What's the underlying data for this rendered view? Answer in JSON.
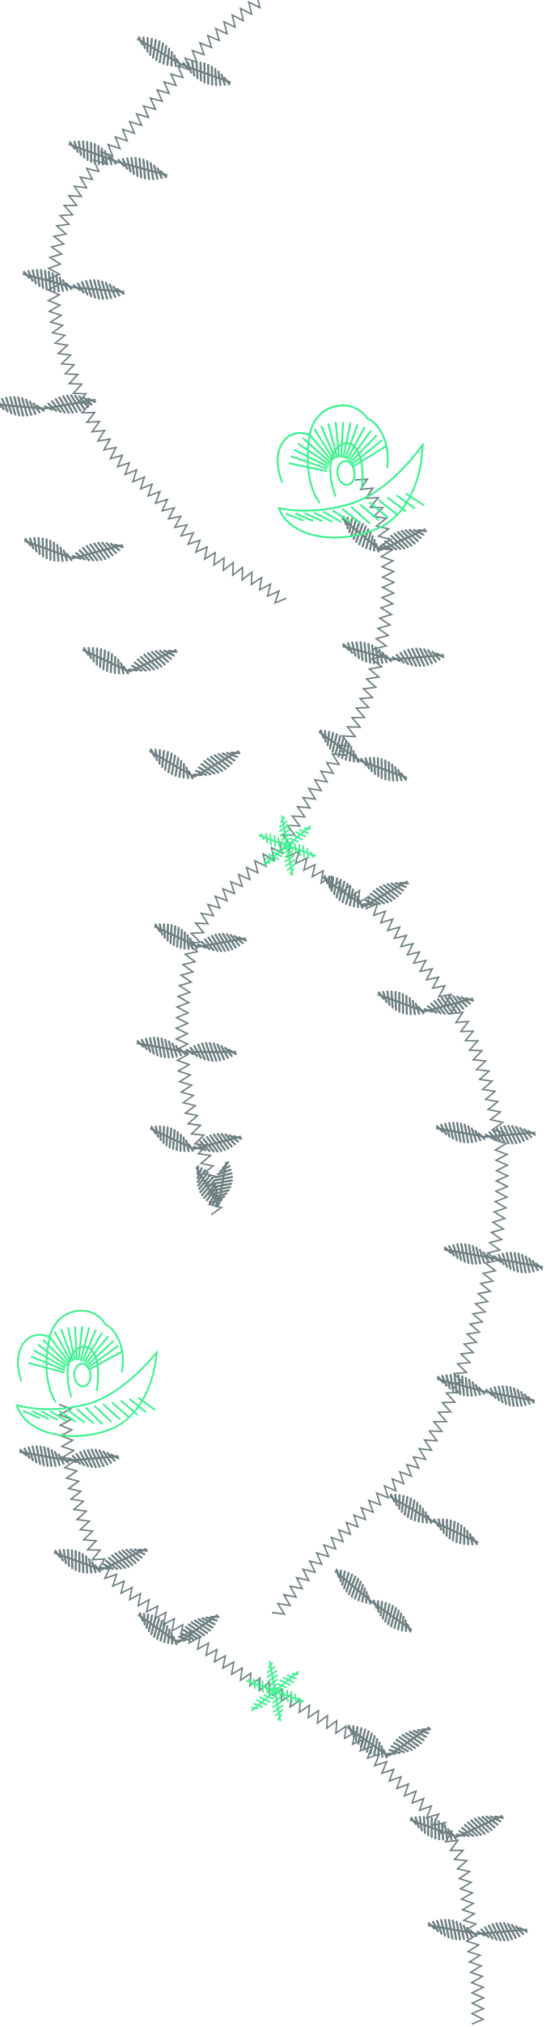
{
  "design": {
    "colors": {
      "background": "#ffffff",
      "stem": "#6f8082",
      "leaf": "#6f8082",
      "flower": "#3ef28f",
      "star": "#3ef28f"
    },
    "motif_icons": [
      "zigzag-vine",
      "leaf-sprig",
      "rose-flower",
      "asterisk-flower"
    ]
  }
}
